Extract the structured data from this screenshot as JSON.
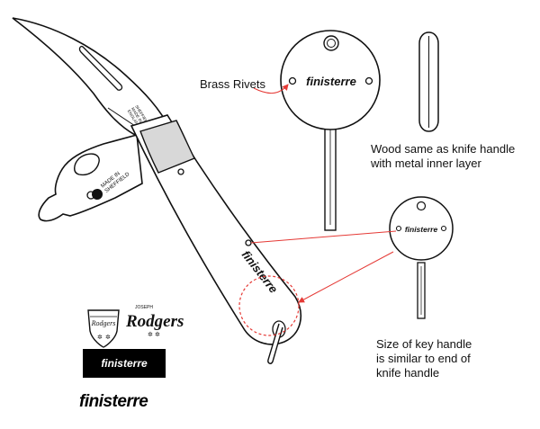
{
  "brand_name": "finisterre",
  "made_in_label": "MADE IN\nSHEFFIELD",
  "rodgers_logo_text": "Rodgers",
  "joseph_text": "JOSEPH",
  "blade_stamp": "SHEFFIELD\nMADE IN\nENGLAND",
  "notes": {
    "brass_rivets": "Brass Rivets",
    "wood_note": "Wood same as knife handle\nwith metal inner layer",
    "key_size_note": "Size of key handle\nis similar to end of\nknife handle"
  },
  "colors": {
    "accent_red": "#e53935",
    "line": "#111111",
    "bolster_gray": "#d8d8d8"
  }
}
